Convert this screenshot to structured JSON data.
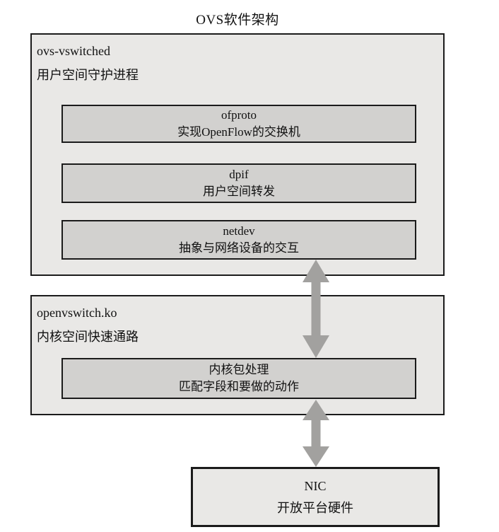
{
  "title": "OVS软件架构",
  "colors": {
    "background": "#ffffff",
    "outer_box_fill": "#e9e8e6",
    "inner_box_fill": "#d2d1cf",
    "border": "#1b1b1b",
    "arrow": "#a2a19f",
    "text": "#111111"
  },
  "diagram": {
    "user_space": {
      "name": "ovs-vswitched",
      "description": "用户空间守护进程",
      "modules": [
        {
          "name": "ofproto",
          "description": "实现OpenFlow的交换机"
        },
        {
          "name": "dpif",
          "description": "用户空间转发"
        },
        {
          "name": "netdev",
          "description": "抽象与网络设备的交互"
        }
      ]
    },
    "kernel_space": {
      "name": "openvswitch.ko",
      "description": "内核空间快速通路",
      "modules": [
        {
          "name": "内核包处理",
          "description": "匹配字段和要做的动作"
        }
      ]
    },
    "hardware": {
      "name": "NIC",
      "description": "开放平台硬件"
    },
    "connections": [
      {
        "from": "netdev",
        "to": "内核包处理",
        "type": "bidirectional"
      },
      {
        "from": "内核包处理",
        "to": "NIC",
        "type": "bidirectional"
      }
    ]
  }
}
